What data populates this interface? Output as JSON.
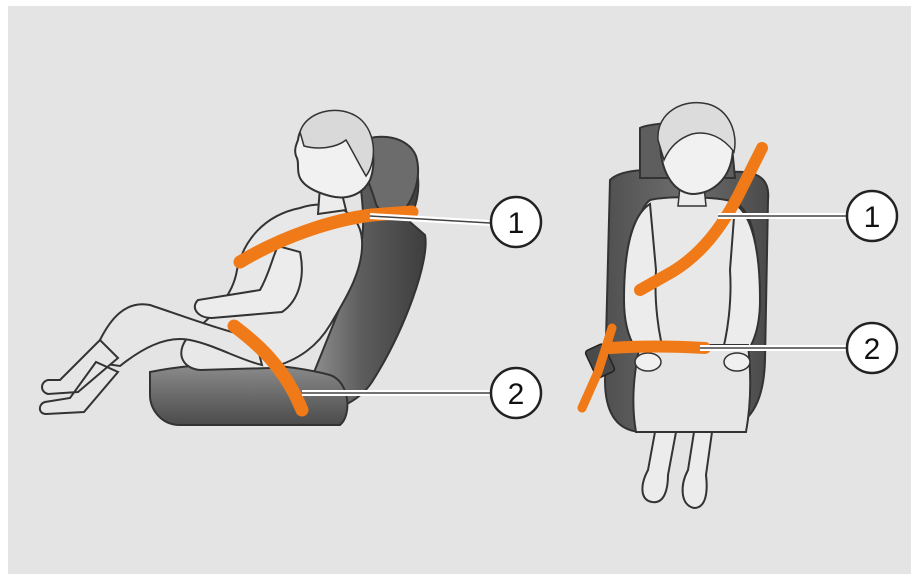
{
  "figure": {
    "left_view": {
      "callouts": [
        {
          "label": "1",
          "points_to": "shoulder-belt"
        },
        {
          "label": "2",
          "points_to": "lap-belt"
        }
      ]
    },
    "right_view": {
      "callouts": [
        {
          "label": "1",
          "points_to": "shoulder-belt"
        },
        {
          "label": "2",
          "points_to": "lap-belt"
        }
      ]
    },
    "colors": {
      "background": "#e3e4e3",
      "belt": "#f07a18",
      "seat_dark": "#5a5a5a",
      "seat_mid": "#8a8a8a",
      "person_fill": "#e6e6e6",
      "outline": "#333333"
    }
  }
}
